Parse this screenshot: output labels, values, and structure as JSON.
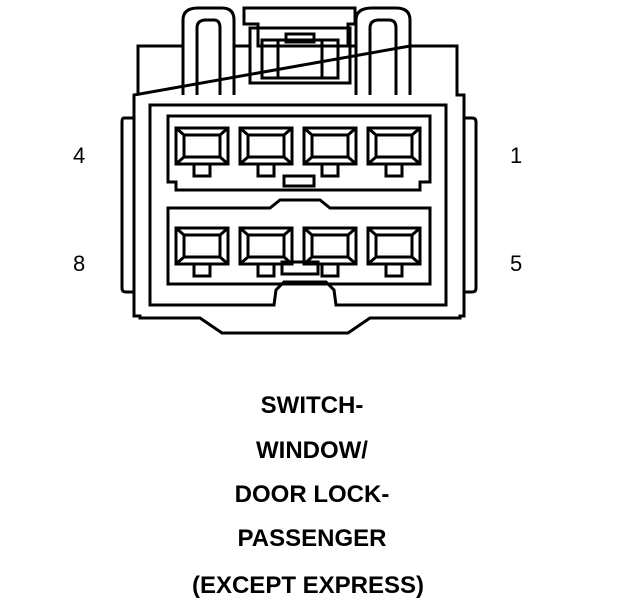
{
  "pin_labels": {
    "top_left": "4",
    "top_right": "1",
    "bottom_left": "8",
    "bottom_right": "5"
  },
  "caption": {
    "line1": "SWITCH-",
    "line2": "WINDOW/",
    "line3": "DOOR LOCK-",
    "line4": "PASSENGER",
    "line5": "(EXCEPT EXPRESS)"
  }
}
